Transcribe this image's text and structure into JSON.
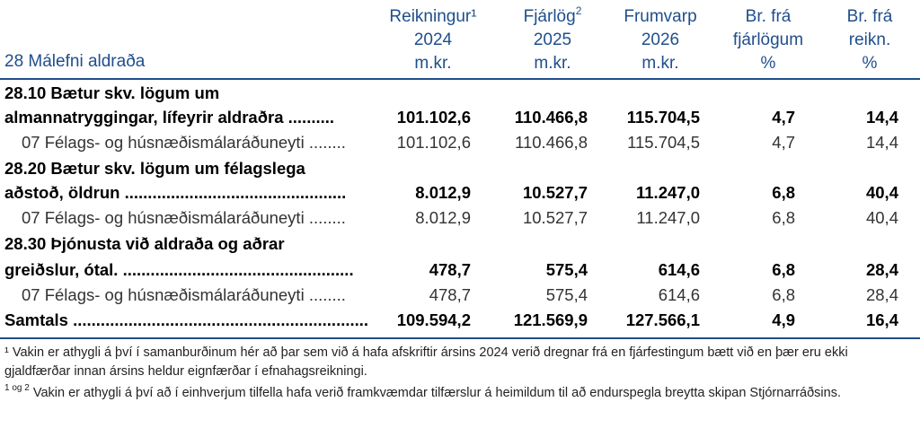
{
  "header": {
    "title": "28 Málefni aldraða",
    "columns": [
      {
        "line1": "Reikningur¹",
        "line2": "2024",
        "line3": "m.kr."
      },
      {
        "line1": "Fjárlög",
        "sup": "2",
        "line2": "2025",
        "line3": "m.kr."
      },
      {
        "line1": "Frumvarp",
        "line2": "2026",
        "line3": "m.kr."
      },
      {
        "line1": "Br. frá",
        "line2": "fjárlögum",
        "line3": "%"
      },
      {
        "line1": "Br. frá",
        "line2": "reikn.",
        "line3": "%"
      }
    ]
  },
  "rows": [
    {
      "l1": "28.10 Bætur skv. lögum um",
      "l2": "almannatryggingar, lífeyrir aldraðra ..........",
      "v": [
        "101.102,6",
        "110.466,8",
        "115.704,5",
        "4,7",
        "14,4"
      ]
    },
    {
      "l": "07 Félags- og húsnæðismálaráðuneyti ........",
      "v": [
        "101.102,6",
        "110.466,8",
        "115.704,5",
        "4,7",
        "14,4"
      ]
    },
    {
      "l1": "28.20 Bætur skv. lögum um félagslega",
      "l2": "aðstoð, öldrun ................................................",
      "v": [
        "8.012,9",
        "10.527,7",
        "11.247,0",
        "6,8",
        "40,4"
      ]
    },
    {
      "l": "07 Félags- og húsnæðismálaráðuneyti ........",
      "v": [
        "8.012,9",
        "10.527,7",
        "11.247,0",
        "6,8",
        "40,4"
      ]
    },
    {
      "l1": "28.30 Þjónusta við aldraða og aðrar",
      "l2": "greiðslur, ótal. ..................................................",
      "v": [
        "478,7",
        "575,4",
        "614,6",
        "6,8",
        "28,4"
      ]
    },
    {
      "l": "07 Félags- og húsnæðismálaráðuneyti ........",
      "v": [
        "478,7",
        "575,4",
        "614,6",
        "6,8",
        "28,4"
      ]
    }
  ],
  "total": {
    "l": "Samtals ..................................................................",
    "v": [
      "109.594,2",
      "121.569,9",
      "127.566,1",
      "4,9",
      "16,4"
    ]
  },
  "footnotes": {
    "f1_mark": "¹",
    "f1_text": "Vakin er athygli á því í samanburðinum hér að þar sem við á hafa afskriftir ársins 2024 verið dregnar frá en fjárfestingum bætt við en þær eru ekki gjaldfærðar innan ársins heldur eignfærðar í efnahagsreikningi.",
    "f2_mark": "1 og 2",
    "f2_text": "Vakin er athygli á því að í einhverjum tilfella hafa verið framkvæmdar tilfærslur á heimildum til að endurspegla breytta skipan Stjórnarráðsins."
  },
  "colors": {
    "accent": "#1f4e8c"
  }
}
